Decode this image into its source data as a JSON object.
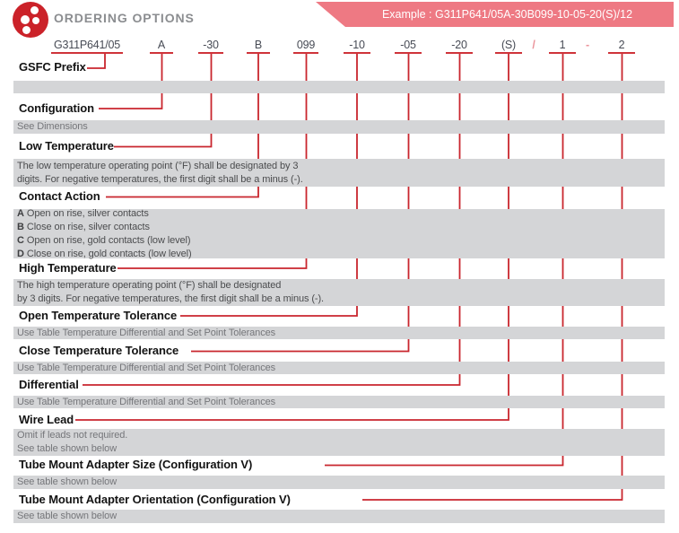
{
  "header": {
    "title": "ORDERING OPTIONS",
    "example_banner": "Example : G311P641/05A-30B099-10-05-20(S)/12",
    "logo_icon": "red-sphere-with-white-dots"
  },
  "colors": {
    "accent_red": "#c9262e",
    "banner_pink": "#ee7983",
    "logo_red": "#cb2229",
    "bar_gray": "#d4d5d7",
    "title_gray": "#8b8d90"
  },
  "part_number": {
    "segments": [
      {
        "text": "G311P641/05",
        "underlined": true
      },
      {
        "text": "A",
        "underlined": true
      },
      {
        "text": "-30",
        "underlined": true
      },
      {
        "text": "B",
        "underlined": true
      },
      {
        "text": "099",
        "underlined": true
      },
      {
        "text": "-10",
        "underlined": true
      },
      {
        "text": "-05",
        "underlined": true
      },
      {
        "text": "-20",
        "underlined": true
      },
      {
        "text": "(S)",
        "underlined": true
      },
      {
        "text": "/",
        "underlined": false
      },
      {
        "text": "1",
        "underlined": true
      },
      {
        "text": "-",
        "underlined": false
      },
      {
        "text": "2",
        "underlined": true
      }
    ]
  },
  "sections": [
    {
      "label": "GSFC Prefix",
      "lines": []
    },
    {
      "label": "Configuration",
      "lines": [
        "See Dimensions"
      ]
    },
    {
      "label": "Low Temperature",
      "lines": [
        "The low temperature operating point (°F) shall be designated by 3",
        "digits. For negative temperatures, the first digit shall be a minus (-)."
      ]
    },
    {
      "label": "Contact Action",
      "options": [
        {
          "code": "A",
          "text": "Open on rise, silver contacts"
        },
        {
          "code": "B",
          "text": "Close on rise, silver contacts"
        },
        {
          "code": "C",
          "text": "Open on rise, gold contacts (low level)"
        },
        {
          "code": "D",
          "text": "Close on rise, gold contacts (low level)"
        }
      ]
    },
    {
      "label": "High Temperature",
      "lines": [
        "The high temperature operating point (°F) shall be designated",
        "by 3 digits. For negative temperatures, the first digit shall be a minus (-)."
      ]
    },
    {
      "label": "Open Temperature Tolerance",
      "lines": [
        "Use Table Temperature Differential and Set Point Tolerances"
      ]
    },
    {
      "label": "Close Temperature Tolerance",
      "lines": [
        "Use Table Temperature Differential and Set Point Tolerances"
      ]
    },
    {
      "label": "Differential",
      "lines": [
        "Use Table Temperature Differential and Set Point Tolerances"
      ]
    },
    {
      "label": "Wire Lead",
      "lines": [
        "Omit if leads not required.",
        "See table shown below"
      ]
    },
    {
      "label": "Tube Mount Adapter Size (Configuration V)",
      "lines": [
        "See table shown below"
      ]
    },
    {
      "label": "Tube Mount Adapter Orientation (Configuration V)",
      "lines": [
        "See table shown below"
      ]
    }
  ]
}
